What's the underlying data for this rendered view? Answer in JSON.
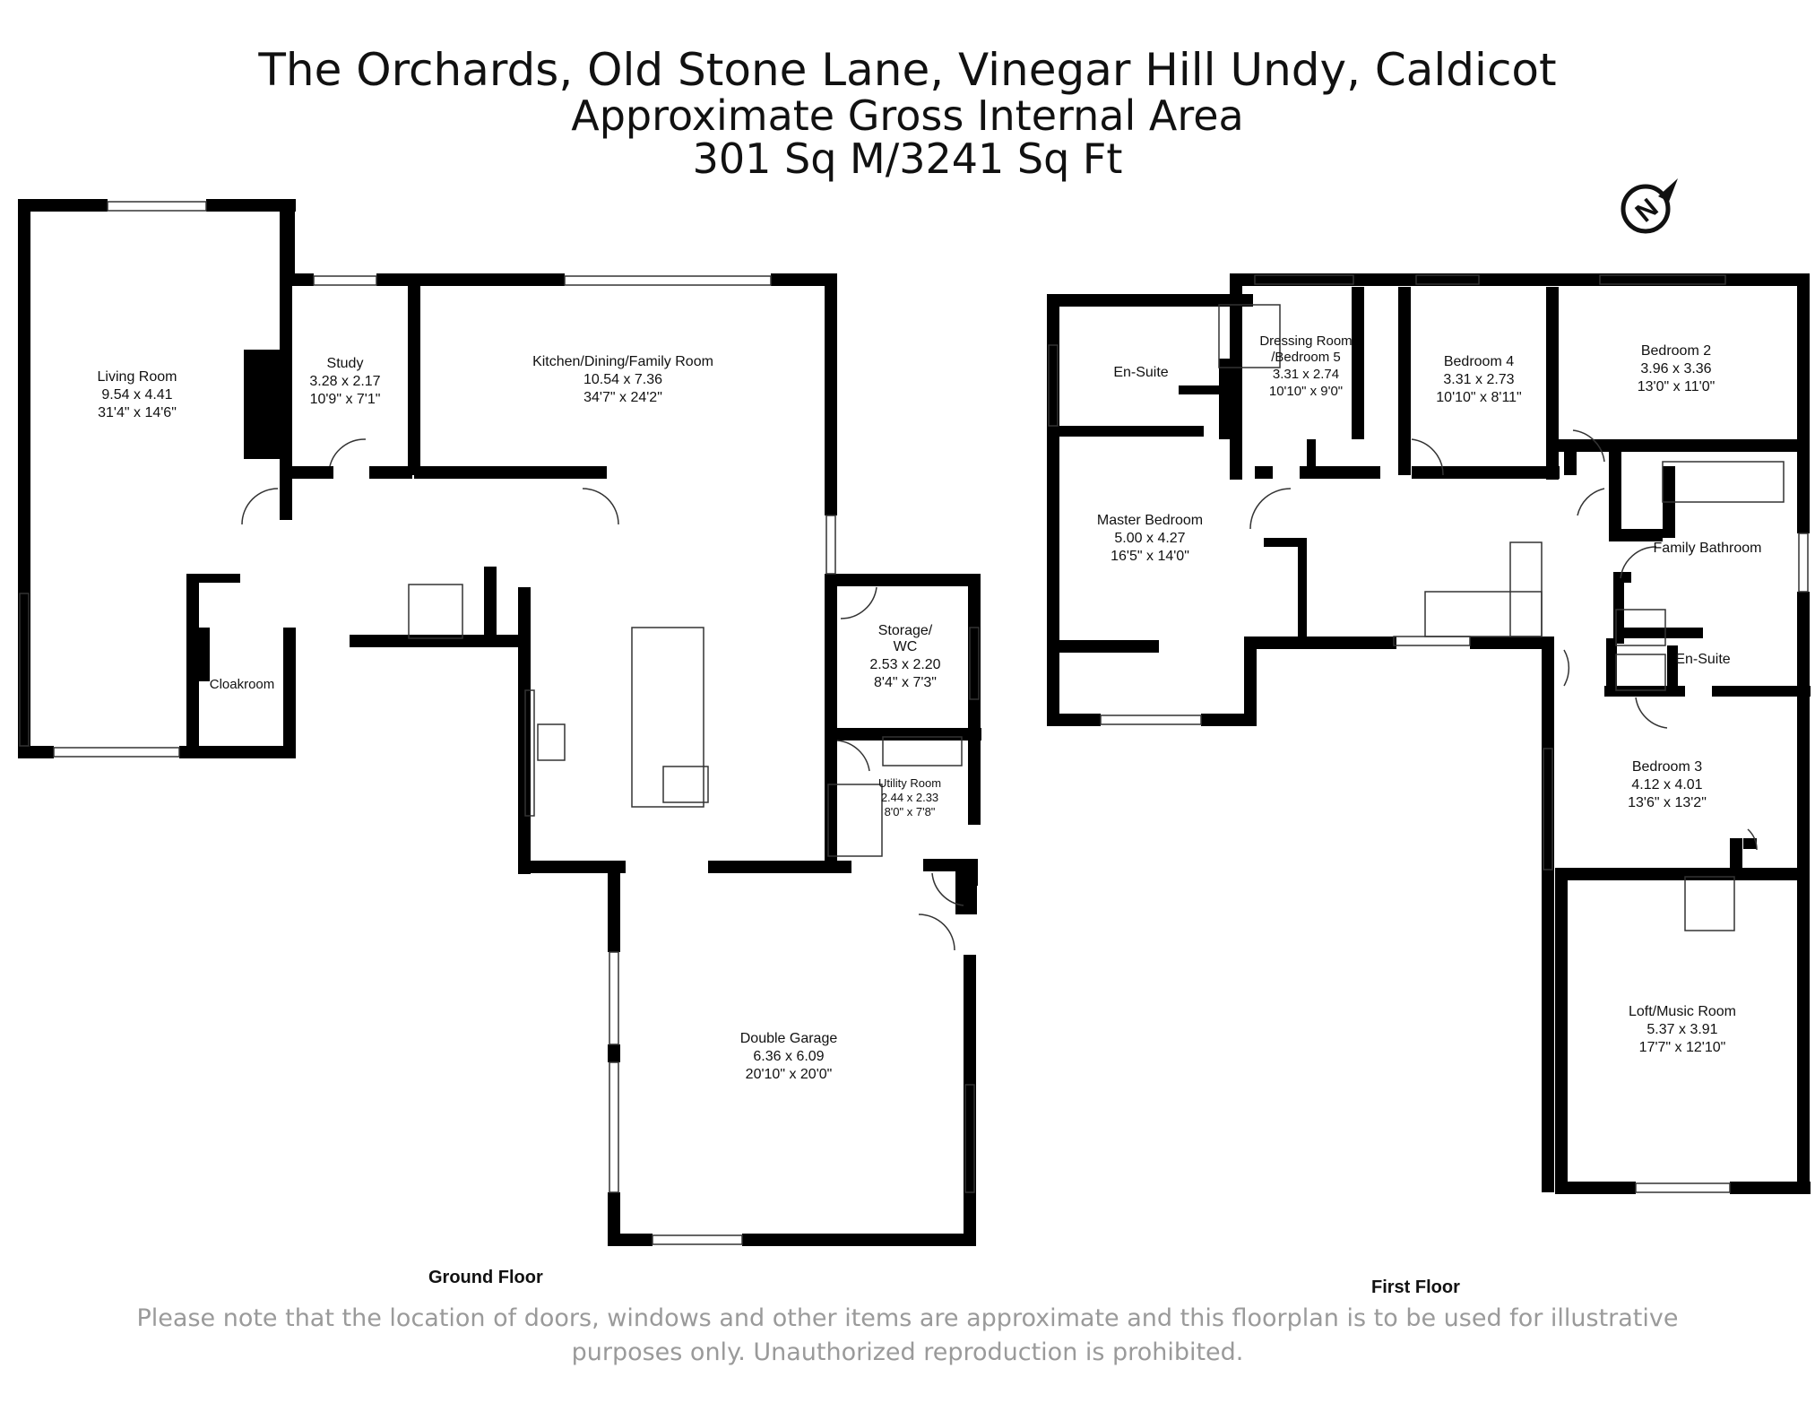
{
  "header": {
    "address": "The Orchards, Old Stone Lane, Vinegar Hill Undy, Caldicot",
    "area_title": "Approximate Gross Internal Area",
    "area_value": "301 Sq M/3241 Sq Ft"
  },
  "compass": {
    "label": "N"
  },
  "ground_floor": {
    "label": "Ground Floor",
    "rooms": {
      "living_room": {
        "name": "Living Room",
        "metric": "9.54 x 4.41",
        "imperial": "31'4\" x 14'6\""
      },
      "study": {
        "name": "Study",
        "metric": "3.28 x 2.17",
        "imperial": "10'9\" x 7'1\""
      },
      "kitchen": {
        "name": "Kitchen/Dining/Family Room",
        "metric": "10.54 x 7.36",
        "imperial": "34'7\" x 24'2\""
      },
      "cloakroom": {
        "name": "Cloakroom"
      },
      "storage_wc": {
        "name_line1": "Storage/",
        "name_line2": "WC",
        "metric": "2.53 x 2.20",
        "imperial": "8'4\" x 7'3\""
      },
      "utility": {
        "name": "Utility Room",
        "metric": "2.44 x 2.33",
        "imperial": "8'0\" x 7'8\""
      },
      "garage": {
        "name": "Double Garage",
        "metric": "6.36 x 6.09",
        "imperial": "20'10\" x 20'0\""
      }
    }
  },
  "first_floor": {
    "label": "First Floor",
    "rooms": {
      "ensuite_master": {
        "name": "En-Suite"
      },
      "dressing": {
        "name_line1": "Dressing Room",
        "name_line2": "/Bedroom 5",
        "metric": "3.31 x 2.74",
        "imperial": "10'10\" x 9'0\""
      },
      "bedroom4": {
        "name": "Bedroom 4",
        "metric": "3.31 x 2.73",
        "imperial": "10'10\" x 8'11\""
      },
      "bedroom2": {
        "name": "Bedroom 2",
        "metric": "3.96 x 3.36",
        "imperial": "13'0\" x 11'0\""
      },
      "master": {
        "name": "Master Bedroom",
        "metric": "5.00 x 4.27",
        "imperial": "16'5\" x 14'0\""
      },
      "family_bathroom": {
        "name": "Family Bathroom"
      },
      "ensuite_b3": {
        "name": "En-Suite"
      },
      "bedroom3": {
        "name": "Bedroom 3",
        "metric": "4.12 x 4.01",
        "imperial": "13'6\" x 13'2\""
      },
      "loft": {
        "name": "Loft/Music Room",
        "metric": "5.37 x 3.91",
        "imperial": "17'7\" x 12'10\""
      }
    }
  },
  "disclaimer": {
    "line1": "Please note that the location of doors, windows and other items are approximate and this floorplan is to be used for illustrative",
    "line2": "purposes only. Unauthorized reproduction is prohibited."
  }
}
